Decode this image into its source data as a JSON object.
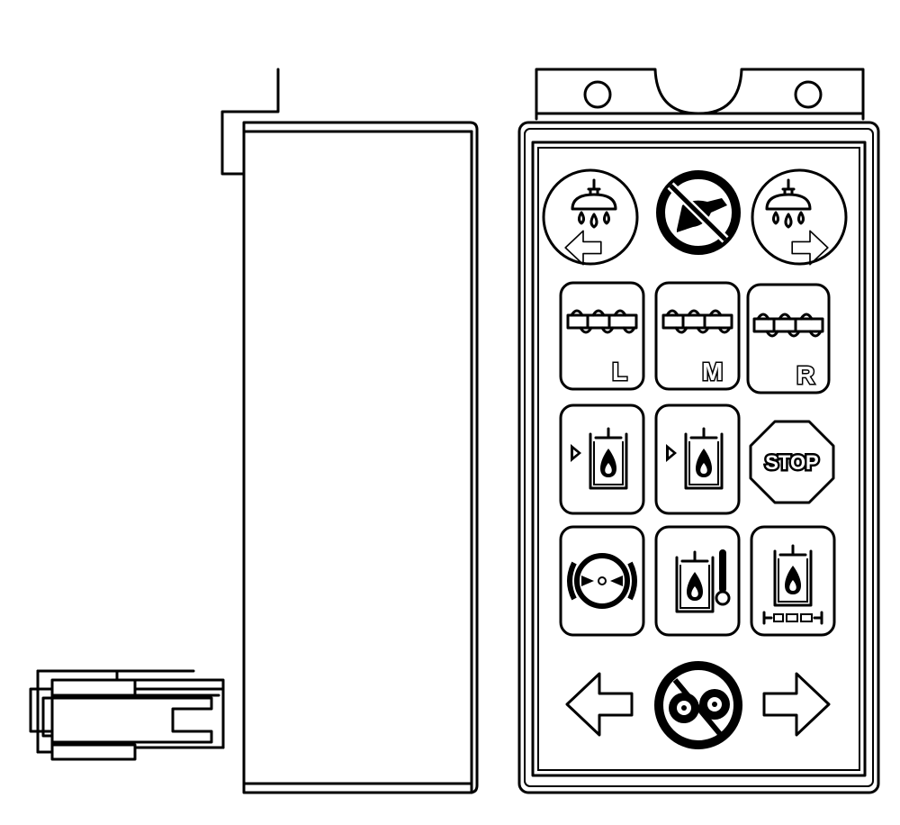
{
  "figure": {
    "views": [
      "connector-side-view",
      "housing-side-view",
      "keypad-front-view"
    ]
  },
  "keypad": {
    "colors": {
      "line": "#000000",
      "background": "#ffffff"
    },
    "rows": [
      {
        "name": "spray-row",
        "buttons": [
          {
            "id": "spray-left",
            "shape": "circle",
            "icon": "spray-nozzle-left-arrow-icon",
            "label": ""
          },
          {
            "id": "spinner-disabled",
            "shape": "circle",
            "icon": "no-spinner-icon",
            "label": ""
          },
          {
            "id": "spray-right",
            "shape": "circle",
            "icon": "spray-nozzle-right-arrow-icon",
            "label": ""
          }
        ]
      },
      {
        "name": "auger-row",
        "buttons": [
          {
            "id": "auger-left",
            "shape": "rounded-square",
            "icon": "auger-icon",
            "label": "L"
          },
          {
            "id": "auger-middle",
            "shape": "rounded-square",
            "icon": "auger-icon",
            "label": "M"
          },
          {
            "id": "auger-right",
            "shape": "rounded-square",
            "icon": "auger-icon",
            "label": "R"
          }
        ]
      },
      {
        "name": "tank-row",
        "buttons": [
          {
            "id": "liquid-pump-1",
            "shape": "rounded-square",
            "icon": "tank-pump-icon",
            "label": ""
          },
          {
            "id": "liquid-pump-2",
            "shape": "rounded-square",
            "icon": "tank-pump-icon",
            "label": ""
          },
          {
            "id": "stop",
            "shape": "octagon",
            "icon": "stop-sign-icon",
            "label": "STOP"
          }
        ]
      },
      {
        "name": "function-row",
        "buttons": [
          {
            "id": "spread-width",
            "shape": "rounded-square",
            "icon": "spread-width-icon",
            "label": ""
          },
          {
            "id": "tank-temperature",
            "shape": "rounded-square",
            "icon": "tank-thermometer-icon",
            "label": ""
          },
          {
            "id": "tank-level",
            "shape": "rounded-square",
            "icon": "tank-level-icon",
            "label": ""
          }
        ]
      },
      {
        "name": "conveyor-row",
        "buttons": [
          {
            "id": "arrow-left",
            "shape": "arrow",
            "icon": "left-arrow-icon",
            "label": ""
          },
          {
            "id": "conveyor-disabled",
            "shape": "circle",
            "icon": "no-gears-icon",
            "label": ""
          },
          {
            "id": "arrow-right",
            "shape": "arrow",
            "icon": "right-arrow-icon",
            "label": ""
          }
        ]
      }
    ]
  }
}
